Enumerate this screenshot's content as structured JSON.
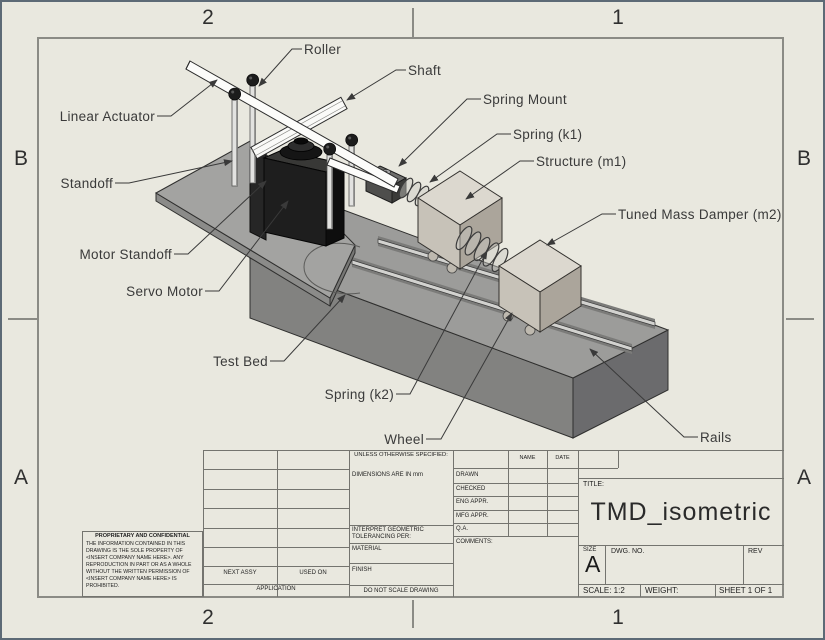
{
  "sheet": {
    "zones": {
      "top_left": "2",
      "top_right": "1",
      "bottom_left": "2",
      "bottom_right": "1",
      "left_upper": "B",
      "left_lower": "A",
      "right_upper": "B",
      "right_lower": "A"
    }
  },
  "component_labels": [
    {
      "id": "roller",
      "text": "Roller"
    },
    {
      "id": "shaft",
      "text": "Shaft"
    },
    {
      "id": "linear-actuator",
      "text": "Linear Actuator"
    },
    {
      "id": "spring-mount",
      "text": "Spring Mount"
    },
    {
      "id": "spring-k1",
      "text": "Spring (k1)"
    },
    {
      "id": "structure-m1",
      "text": "Structure (m1)"
    },
    {
      "id": "standoff",
      "text": "Standoff"
    },
    {
      "id": "tuned-mass-damper-m2",
      "text": "Tuned Mass Damper (m2)"
    },
    {
      "id": "motor-standoff",
      "text": "Motor Standoff"
    },
    {
      "id": "servo-motor",
      "text": "Servo Motor"
    },
    {
      "id": "test-bed",
      "text": "Test Bed"
    },
    {
      "id": "spring-k2",
      "text": "Spring (k2)"
    },
    {
      "id": "wheel",
      "text": "Wheel"
    },
    {
      "id": "rails",
      "text": "Rails"
    }
  ],
  "title_block": {
    "unless": "UNLESS OTHERWISE SPECIFIED:",
    "dimensions": "DIMENSIONS ARE IN mm",
    "interpret_line1": "INTERPRET GEOMETRIC",
    "interpret_line2": "TOLERANCING PER:",
    "material": "MATERIAL",
    "finish": "FINISH",
    "do_not_scale": "DO NOT SCALE DRAWING",
    "name": "NAME",
    "date": "DATE",
    "approvals": [
      "DRAWN",
      "CHECKED",
      "ENG APPR.",
      "MFG APPR.",
      "Q.A."
    ],
    "comments": "COMMENTS:",
    "title_label": "TITLE:",
    "title": "TMD_isometric",
    "size_label": "SIZE",
    "size": "A",
    "dwg_no_label": "DWG. NO.",
    "rev_label": "REV",
    "scale": "SCALE: 1:2",
    "weight_label": "WEIGHT:",
    "sheet_label": "SHEET 1 OF 1",
    "next_assy": "NEXT ASSY",
    "used_on": "USED ON",
    "application": "APPLICATION"
  },
  "proprietary": {
    "header": "PROPRIETARY AND CONFIDENTIAL",
    "lines": [
      "THE INFORMATION CONTAINED IN THIS",
      "DRAWING IS THE SOLE PROPERTY OF",
      "<INSERT COMPANY NAME HERE>. ANY",
      "REPRODUCTION IN PART OR AS A WHOLE",
      "WITHOUT THE WRITTEN PERMISSION OF",
      "<INSERT COMPANY NAME HERE> IS",
      "PROHIBITED."
    ]
  },
  "colors": {
    "sheet_background": "#e9e8df",
    "frame_line": "#8b8b85",
    "bed_top": "#9c9c9a",
    "bed_front": "#828280",
    "bed_side": "#6b6b6d",
    "base_plate": "#a3a3a1",
    "block_top": "#dcd8cf",
    "block_face": "#c7c2b8",
    "block_side": "#aba59b",
    "servo_black": "#1e1e1e",
    "beam_white": "#fcfcfa",
    "rail_light": "#d2d2cf",
    "label_text": "#3a3a3a"
  }
}
